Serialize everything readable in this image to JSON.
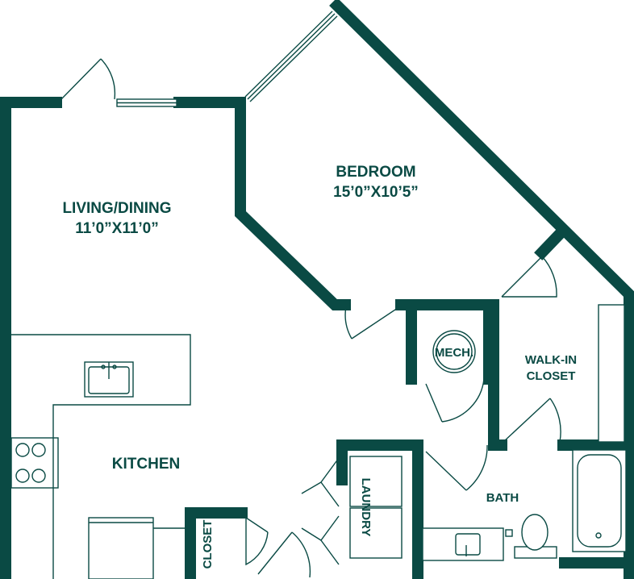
{
  "rooms": {
    "living": {
      "name": "LIVING/DINING",
      "dims": "11’0”X11’0”"
    },
    "bedroom": {
      "name": "BEDROOM",
      "dims": "15’0”X10’5”"
    },
    "kitchen": {
      "name": "KITCHEN"
    },
    "mech": {
      "name": "MECH."
    },
    "walkin": {
      "line1": "WALK-IN",
      "line2": "CLOSET"
    },
    "bath": {
      "name": "BATH"
    },
    "laundry": {
      "name": "LAUNDRY"
    },
    "closet": {
      "name": "CLOSET"
    }
  },
  "colors": {
    "wall": "#0a4a44",
    "background": "#ffffff"
  }
}
